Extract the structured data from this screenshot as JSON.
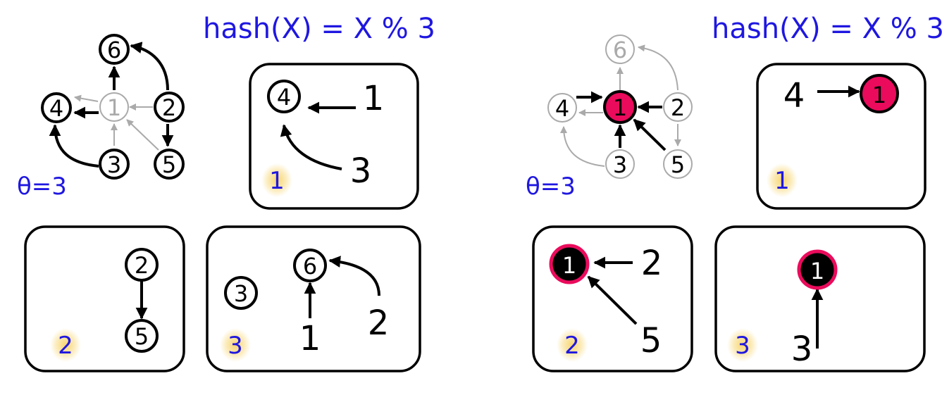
{
  "colors": {
    "formula": "#1f17e0",
    "partition_index": "#1f17e0",
    "partition_glow": "#f5c842",
    "highlight": "#ea0b5c",
    "faded": "#aaaaaa",
    "ink": "#000000"
  },
  "left_panel": {
    "formula": "hash(X) = X % 3",
    "theta": "θ=3",
    "graph_nodes": [
      "6",
      "4",
      "1",
      "2",
      "3",
      "5"
    ],
    "partitions": [
      {
        "index": "1",
        "nodes": [
          "4"
        ],
        "labels": [
          "1",
          "3"
        ]
      },
      {
        "index": "2",
        "nodes": [
          "2",
          "5"
        ],
        "labels": []
      },
      {
        "index": "3",
        "nodes": [
          "3",
          "6"
        ],
        "labels": [
          "1",
          "2"
        ]
      }
    ]
  },
  "right_panel": {
    "formula": "hash(X) = X % 3",
    "theta": "θ=3",
    "graph_nodes": [
      "6",
      "4",
      "1",
      "2",
      "3",
      "5"
    ],
    "partitions": [
      {
        "index": "1",
        "nodes": [
          "1"
        ],
        "labels": [
          "4"
        ]
      },
      {
        "index": "2",
        "nodes": [
          "1"
        ],
        "labels": [
          "2",
          "5"
        ]
      },
      {
        "index": "3",
        "nodes": [
          "1"
        ],
        "labels": [
          "3"
        ]
      }
    ]
  }
}
